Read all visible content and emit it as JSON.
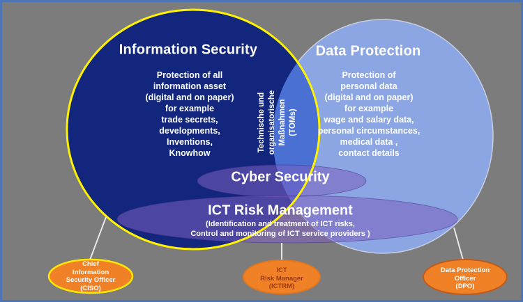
{
  "canvas": {
    "background_gray": "#7C7C7C",
    "frame_blue": "#4E74B8"
  },
  "venn": {
    "information_security": {
      "title": "Information Security",
      "body_lines": [
        "Protection of all",
        "information asset",
        "(digital and on paper)",
        "for example",
        "trade secrets,",
        "developments,",
        "Inventions,",
        "Knowhow"
      ],
      "fill": "#12267E",
      "stroke": "#FFF200"
    },
    "data_protection": {
      "title": "Data Protection",
      "body_lines": [
        "Protection of",
        "personal data",
        "(digital and on paper)",
        "for example",
        "wage and salary data,",
        "personal circumstances,",
        "medical data ,",
        "contact details"
      ],
      "fill": "#8CA6E3",
      "stroke": "#C7CEE0"
    },
    "intersection": {
      "label_lines": [
        "Technische und",
        "organisatorische",
        "Maßnahmen",
        "(TOMs)"
      ],
      "fill": "#4A70D4"
    },
    "cyber_security": {
      "title": "Cyber Security",
      "fill": "#7B5FC0"
    },
    "ict_risk_management": {
      "title": "ICT Risk Management",
      "subtitle_lines": [
        "(Identification and treatment of ICT risks,",
        "Control and monitoring of ICT service providers )"
      ],
      "fill": "#7B5FC0"
    }
  },
  "roles": {
    "ciso": {
      "lines": [
        "Chief",
        "Information",
        "Security Officer",
        "(CISO)"
      ],
      "fill": "#F08127",
      "stroke": "#FFE800",
      "text_color": "#FFFFFF"
    },
    "ictrm": {
      "lines": [
        "ICT",
        "Risk Manager",
        "(ICTRM)"
      ],
      "fill": "#F08127",
      "stroke": "#E0771F",
      "text_color": "#9B3A10"
    },
    "dpo": {
      "lines": [
        "Data Protection",
        "Officer",
        "(DPO)"
      ],
      "fill": "#F08127",
      "stroke": "#C05A1A",
      "text_color": "#FFFFFF"
    }
  }
}
